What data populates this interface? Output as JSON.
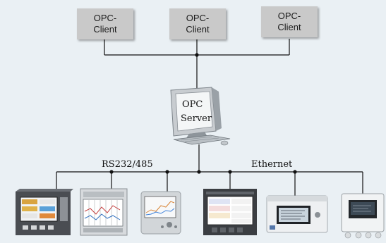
{
  "clients": [
    {
      "line1": "OPC-",
      "line2": "Client"
    },
    {
      "line1": "OPC-",
      "line2": "Client"
    },
    {
      "line1": "OPC-",
      "line2": "Client"
    }
  ],
  "server": {
    "line1": "OPC",
    "line2": "Server"
  },
  "bus_labels": {
    "serial": "RS232/485",
    "network": "Ethernet"
  },
  "devices": [
    {
      "name": "paperless-recorder-color"
    },
    {
      "name": "multi-channel-recorder"
    },
    {
      "name": "compact-graphic-recorder"
    },
    {
      "name": "panel-display-unit"
    },
    {
      "name": "din-rail-data-manager"
    },
    {
      "name": "field-housing-unit"
    }
  ]
}
